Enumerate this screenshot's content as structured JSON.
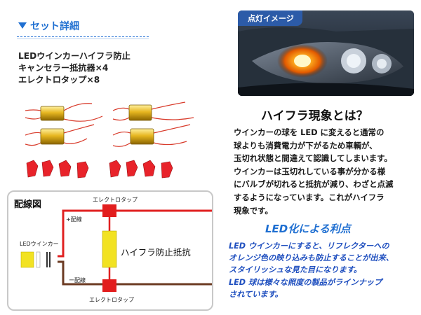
{
  "set_detail": {
    "heading": "セット詳細",
    "items": [
      "LEDウインカーハイフラ防止",
      "キャンセラー抵抗器×4",
      "エレクトロタップ×8"
    ]
  },
  "photo": {
    "tag": "点灯イメージ"
  },
  "hyperflash": {
    "title": "ハイフラ現象とは？",
    "body": [
      "ウインカーの球を LED に変えると通常の",
      "球よりも消費電力が下がるため車輌が、",
      "玉切れ状態と間違えて認識してしまいます。",
      "ウインカーは玉切れしている事が分かる様",
      "にバルブが切れると抵抗が減り、わざと点滅",
      "するようになっています。これがハイフラ",
      "現象です。"
    ]
  },
  "wiring": {
    "title": "配線図",
    "tap_top": "エレクトロタップ",
    "tap_bottom": "エレクトロタップ",
    "plus": "+配線",
    "minus": "ー配線",
    "led": "LEDウインカー",
    "resistor": "ハイフラ防止抵抗"
  },
  "led_merit": {
    "title": "LED化による利点",
    "body": [
      "LED ウインカーにすると、リフレクターへの",
      "オレンジ色の映り込みも防止することが出来、",
      "スタイリッシュな見た目になります。",
      "LED 球は様々な照度の製品がラインナップ",
      "されています。"
    ]
  },
  "colors": {
    "accent": "#1f6fd1",
    "wire_plus": "#e02020",
    "wire_minus": "#6b3a22",
    "resistor": "#f2e222",
    "tap": "#e21d1d"
  }
}
